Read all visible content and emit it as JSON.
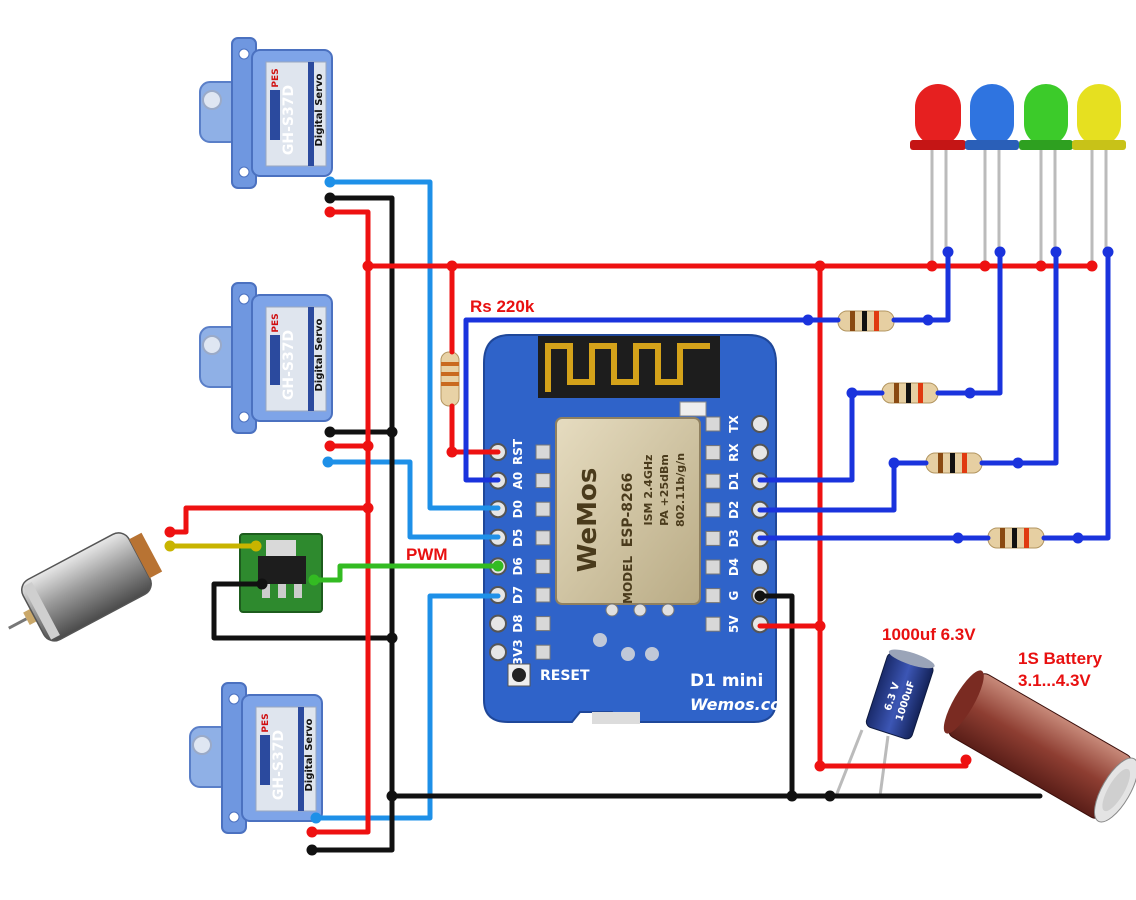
{
  "labels": {
    "rs": "Rs 220k",
    "pwm": "PWM",
    "capacitor": "1000uf 6.3V",
    "battery_line1": "1S Battery",
    "battery_line2": "3.1...4.3V"
  },
  "board": {
    "left_pins": [
      "RST",
      "A0",
      "D0",
      "D5",
      "D6",
      "D7",
      "D8",
      "3V3"
    ],
    "right_pins": [
      "TX",
      "RX",
      "D1",
      "D2",
      "D3",
      "D4",
      "G",
      "5V"
    ],
    "reset_label": "RESET",
    "model_label": "D1 mini",
    "brand_label": "Wemos.cc",
    "module_logo": "WeMos",
    "module_text": [
      "ESP-8266",
      "ISM 2.4GHz",
      "PA +25dBm",
      "802.11b/g/n"
    ],
    "module_model": "MODEL"
  },
  "servo": {
    "brand": "PES",
    "model": "GH-S37D",
    "type": "Digital Servo"
  },
  "capacitor": {
    "voltage": "6.3 V",
    "capacitance": "1000uF"
  },
  "colors": {
    "power_wire": "#ee1111",
    "ground_wire": "#111111",
    "signal_wire": "#1a33dd",
    "servo_wire": "#1e90e8",
    "pwm_wire": "#33bb22",
    "motor_wire": "#c8b400",
    "board": "#2f63c9",
    "label_red": "#e81010",
    "led_colors": [
      "#e62020",
      "#2f74e0",
      "#3ccb2a",
      "#e6e020"
    ]
  }
}
